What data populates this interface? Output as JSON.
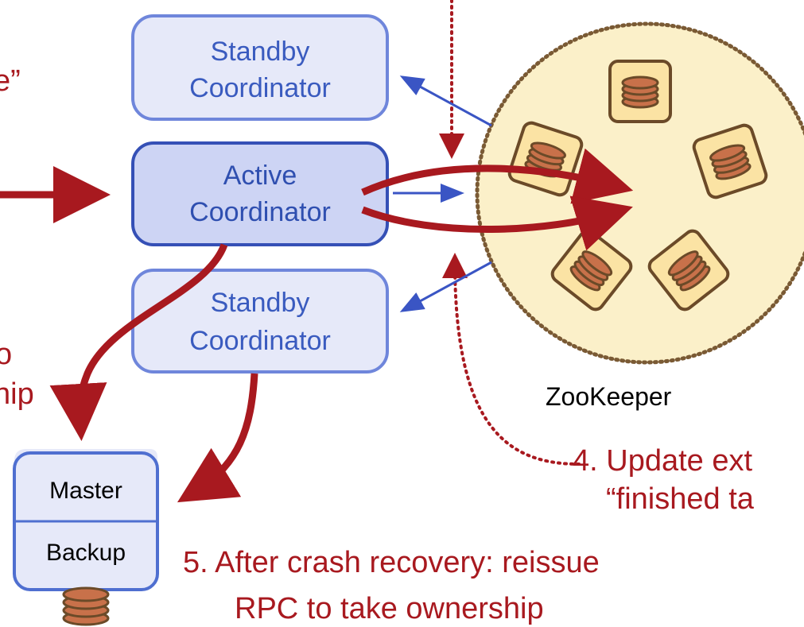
{
  "coordinators": {
    "standby_top": {
      "line1": "Standby",
      "line2": "Coordinator"
    },
    "active": {
      "line1": "Active",
      "line2": "Coordinator"
    },
    "standby_bottom": {
      "line1": "Standby",
      "line2": "Coordinator"
    }
  },
  "storage": {
    "master": "Master",
    "backup": "Backup"
  },
  "zookeeper": {
    "label": "ZooKeeper"
  },
  "annotations": {
    "quote_fragment": "e”",
    "ownership_line1": "o",
    "ownership_line2": "hip",
    "step4_line1": "4. Update ext",
    "step4_line2": "“finished ta",
    "step5_line1": "5. After crash recovery: reissue",
    "step5_line2": "RPC to take ownership"
  },
  "colors": {
    "box_fill": "#e6e9f9",
    "box_stroke": "#6f86db",
    "active_fill": "#cdd4f4",
    "active_stroke": "#3550b6",
    "arrow_red": "#a8191f",
    "arrow_blue": "#3a55c4",
    "zk_fill": "#fbf0c9",
    "zk_dots": "#7a5a34",
    "tile_fill": "#fbe3a4",
    "tile_stroke": "#6b4a28",
    "disk_fill": "#c8714a"
  }
}
